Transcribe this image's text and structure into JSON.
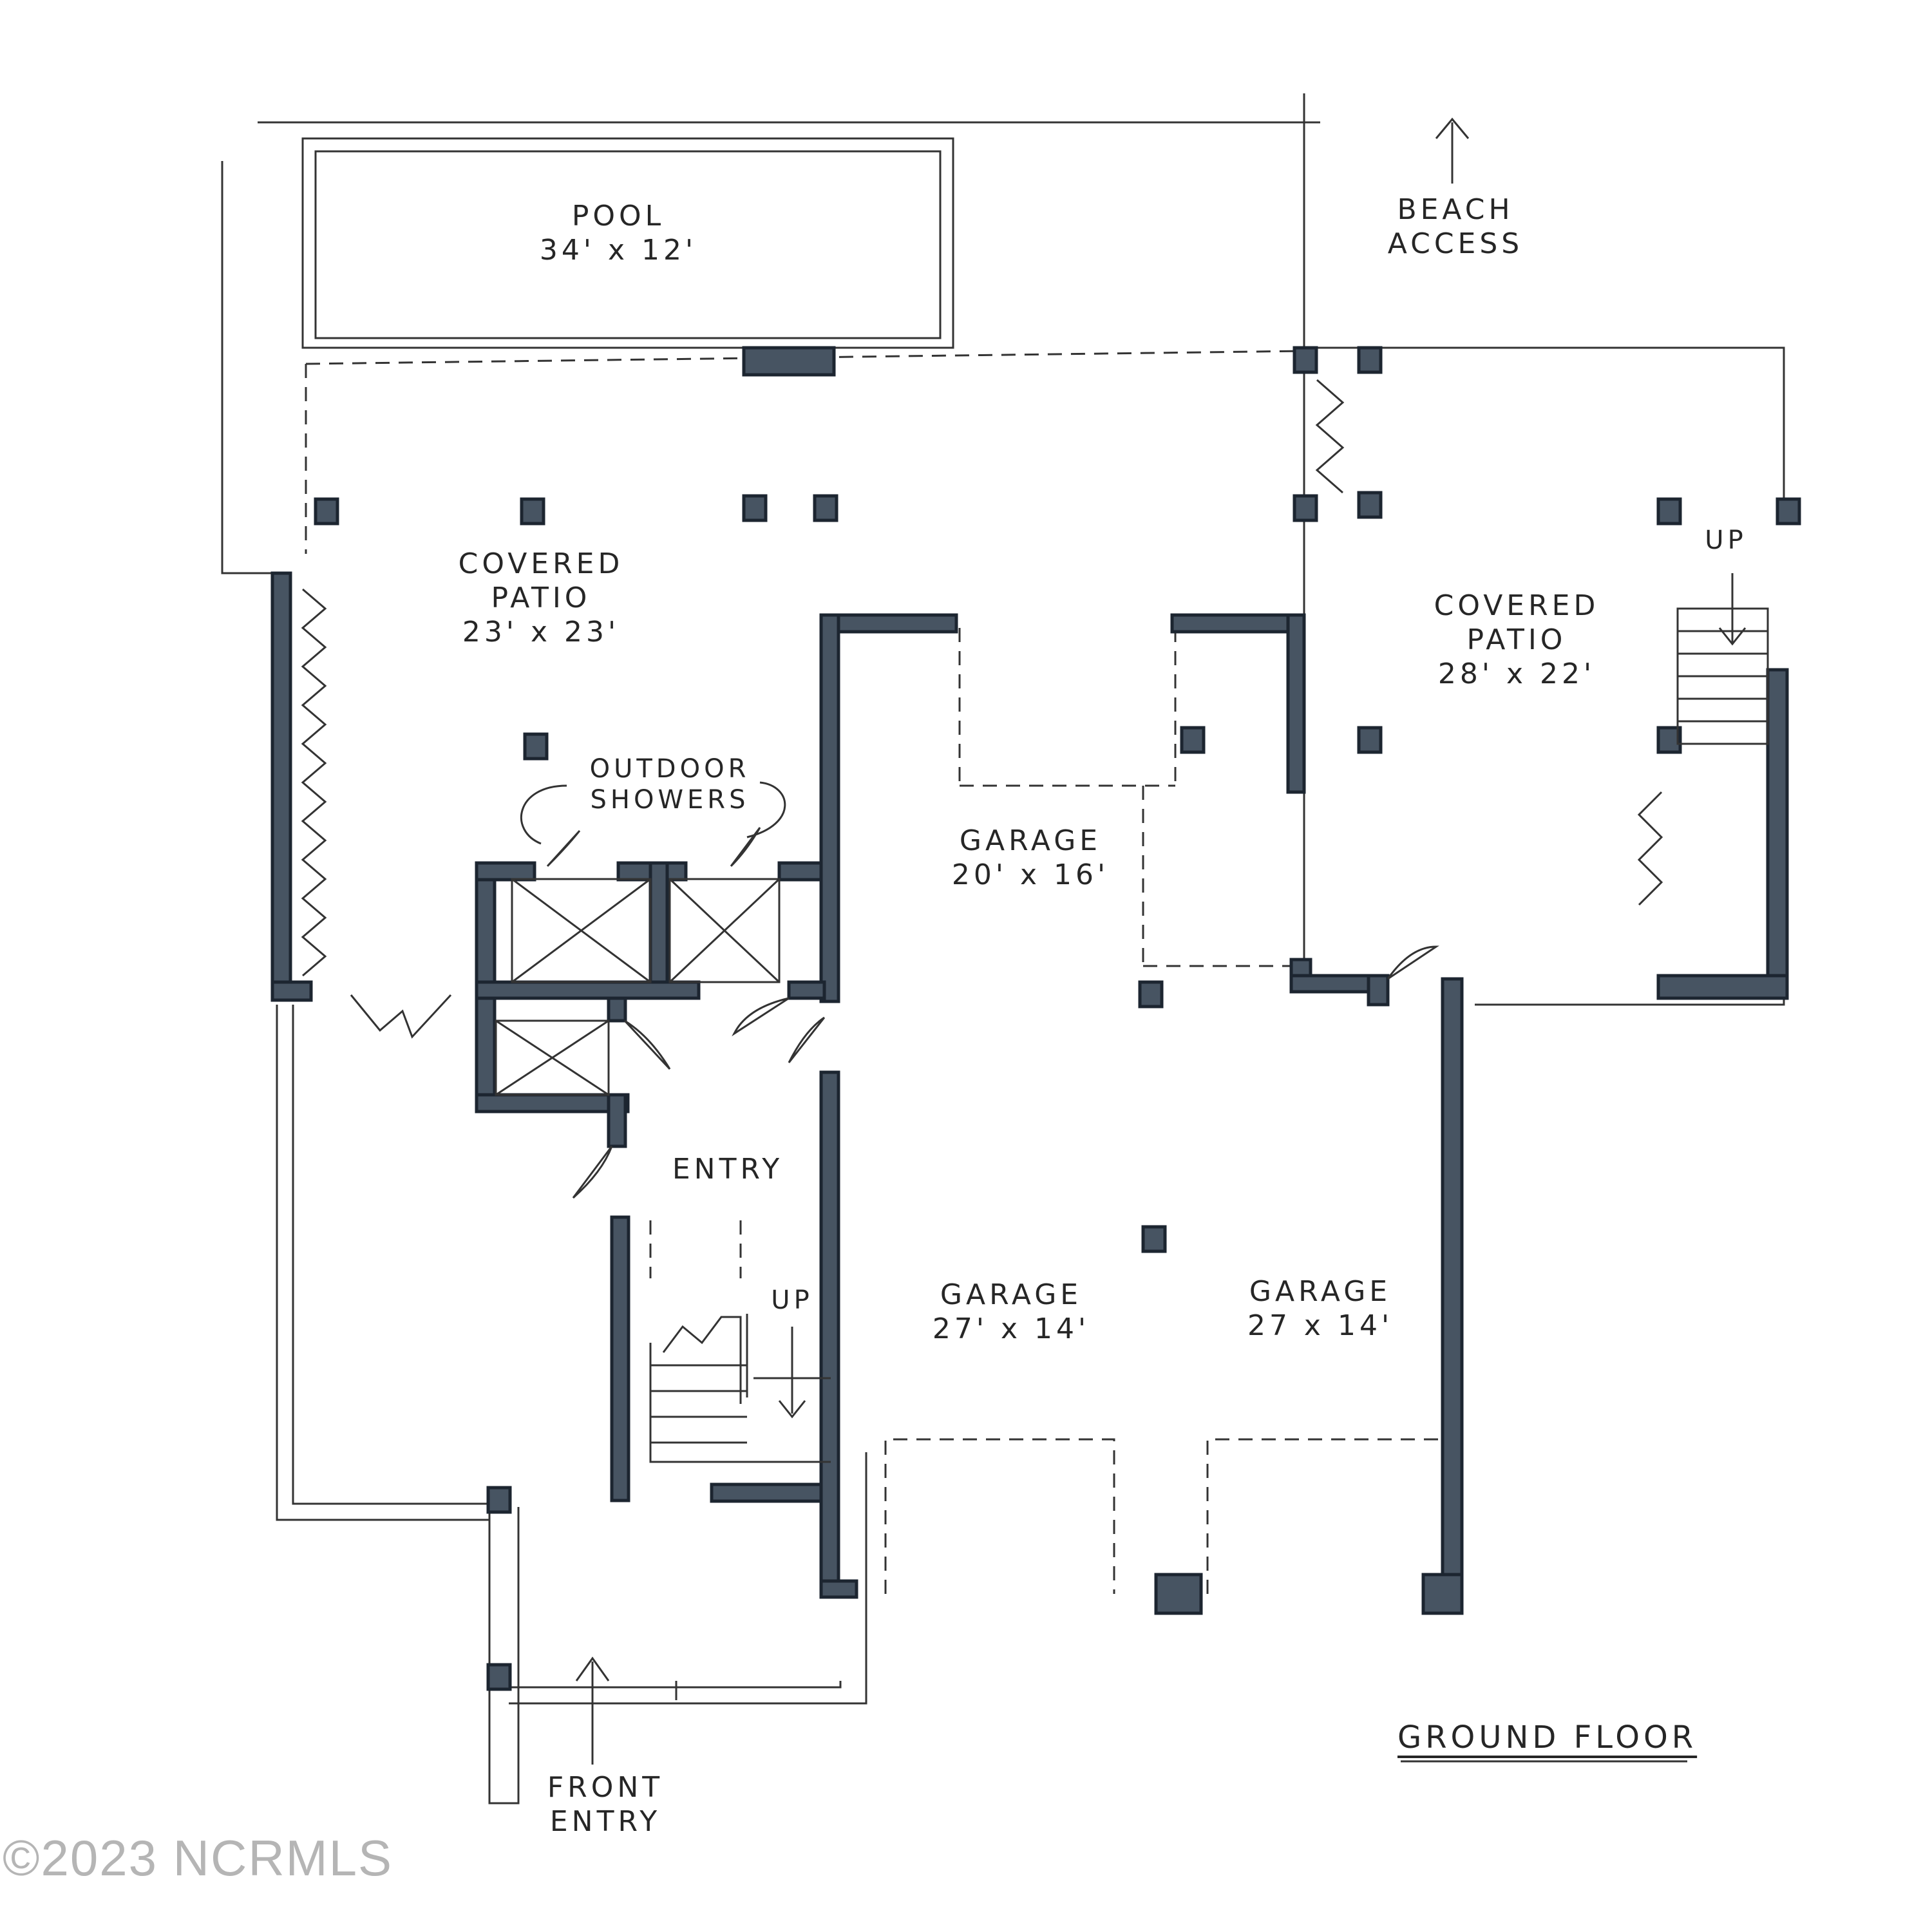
{
  "plan": {
    "pool": {
      "name": "POOL",
      "size": "34' x 12'"
    },
    "beach_access": [
      "BEACH",
      "ACCESS"
    ],
    "covered_patio_left": {
      "name": [
        "COVERED",
        "PATIO"
      ],
      "size": "23' x 23'"
    },
    "covered_patio_right": {
      "name": [
        "COVERED",
        "PATIO"
      ],
      "size": "28' x 22'"
    },
    "outdoor_showers": [
      "OUTDOOR",
      "SHOWERS"
    ],
    "garage_top": {
      "name": "GARAGE",
      "size": "20' x 16'"
    },
    "garage_left": {
      "name": "GARAGE",
      "size": "27' x 14'"
    },
    "garage_right": {
      "name": "GARAGE",
      "size": "27 x 14'"
    },
    "entry": "ENTRY",
    "stair_up_right": "UP",
    "stair_up_entry": "UP",
    "front_entry": [
      "FRONT",
      "ENTRY"
    ],
    "floor_title": "GROUND FLOOR"
  },
  "watermark": "©2023 NCRMLS",
  "colors": {
    "wall_fill": "#475462",
    "ink": "#262626",
    "paper": "#ffffff",
    "watermark": "#b5b5b5"
  }
}
